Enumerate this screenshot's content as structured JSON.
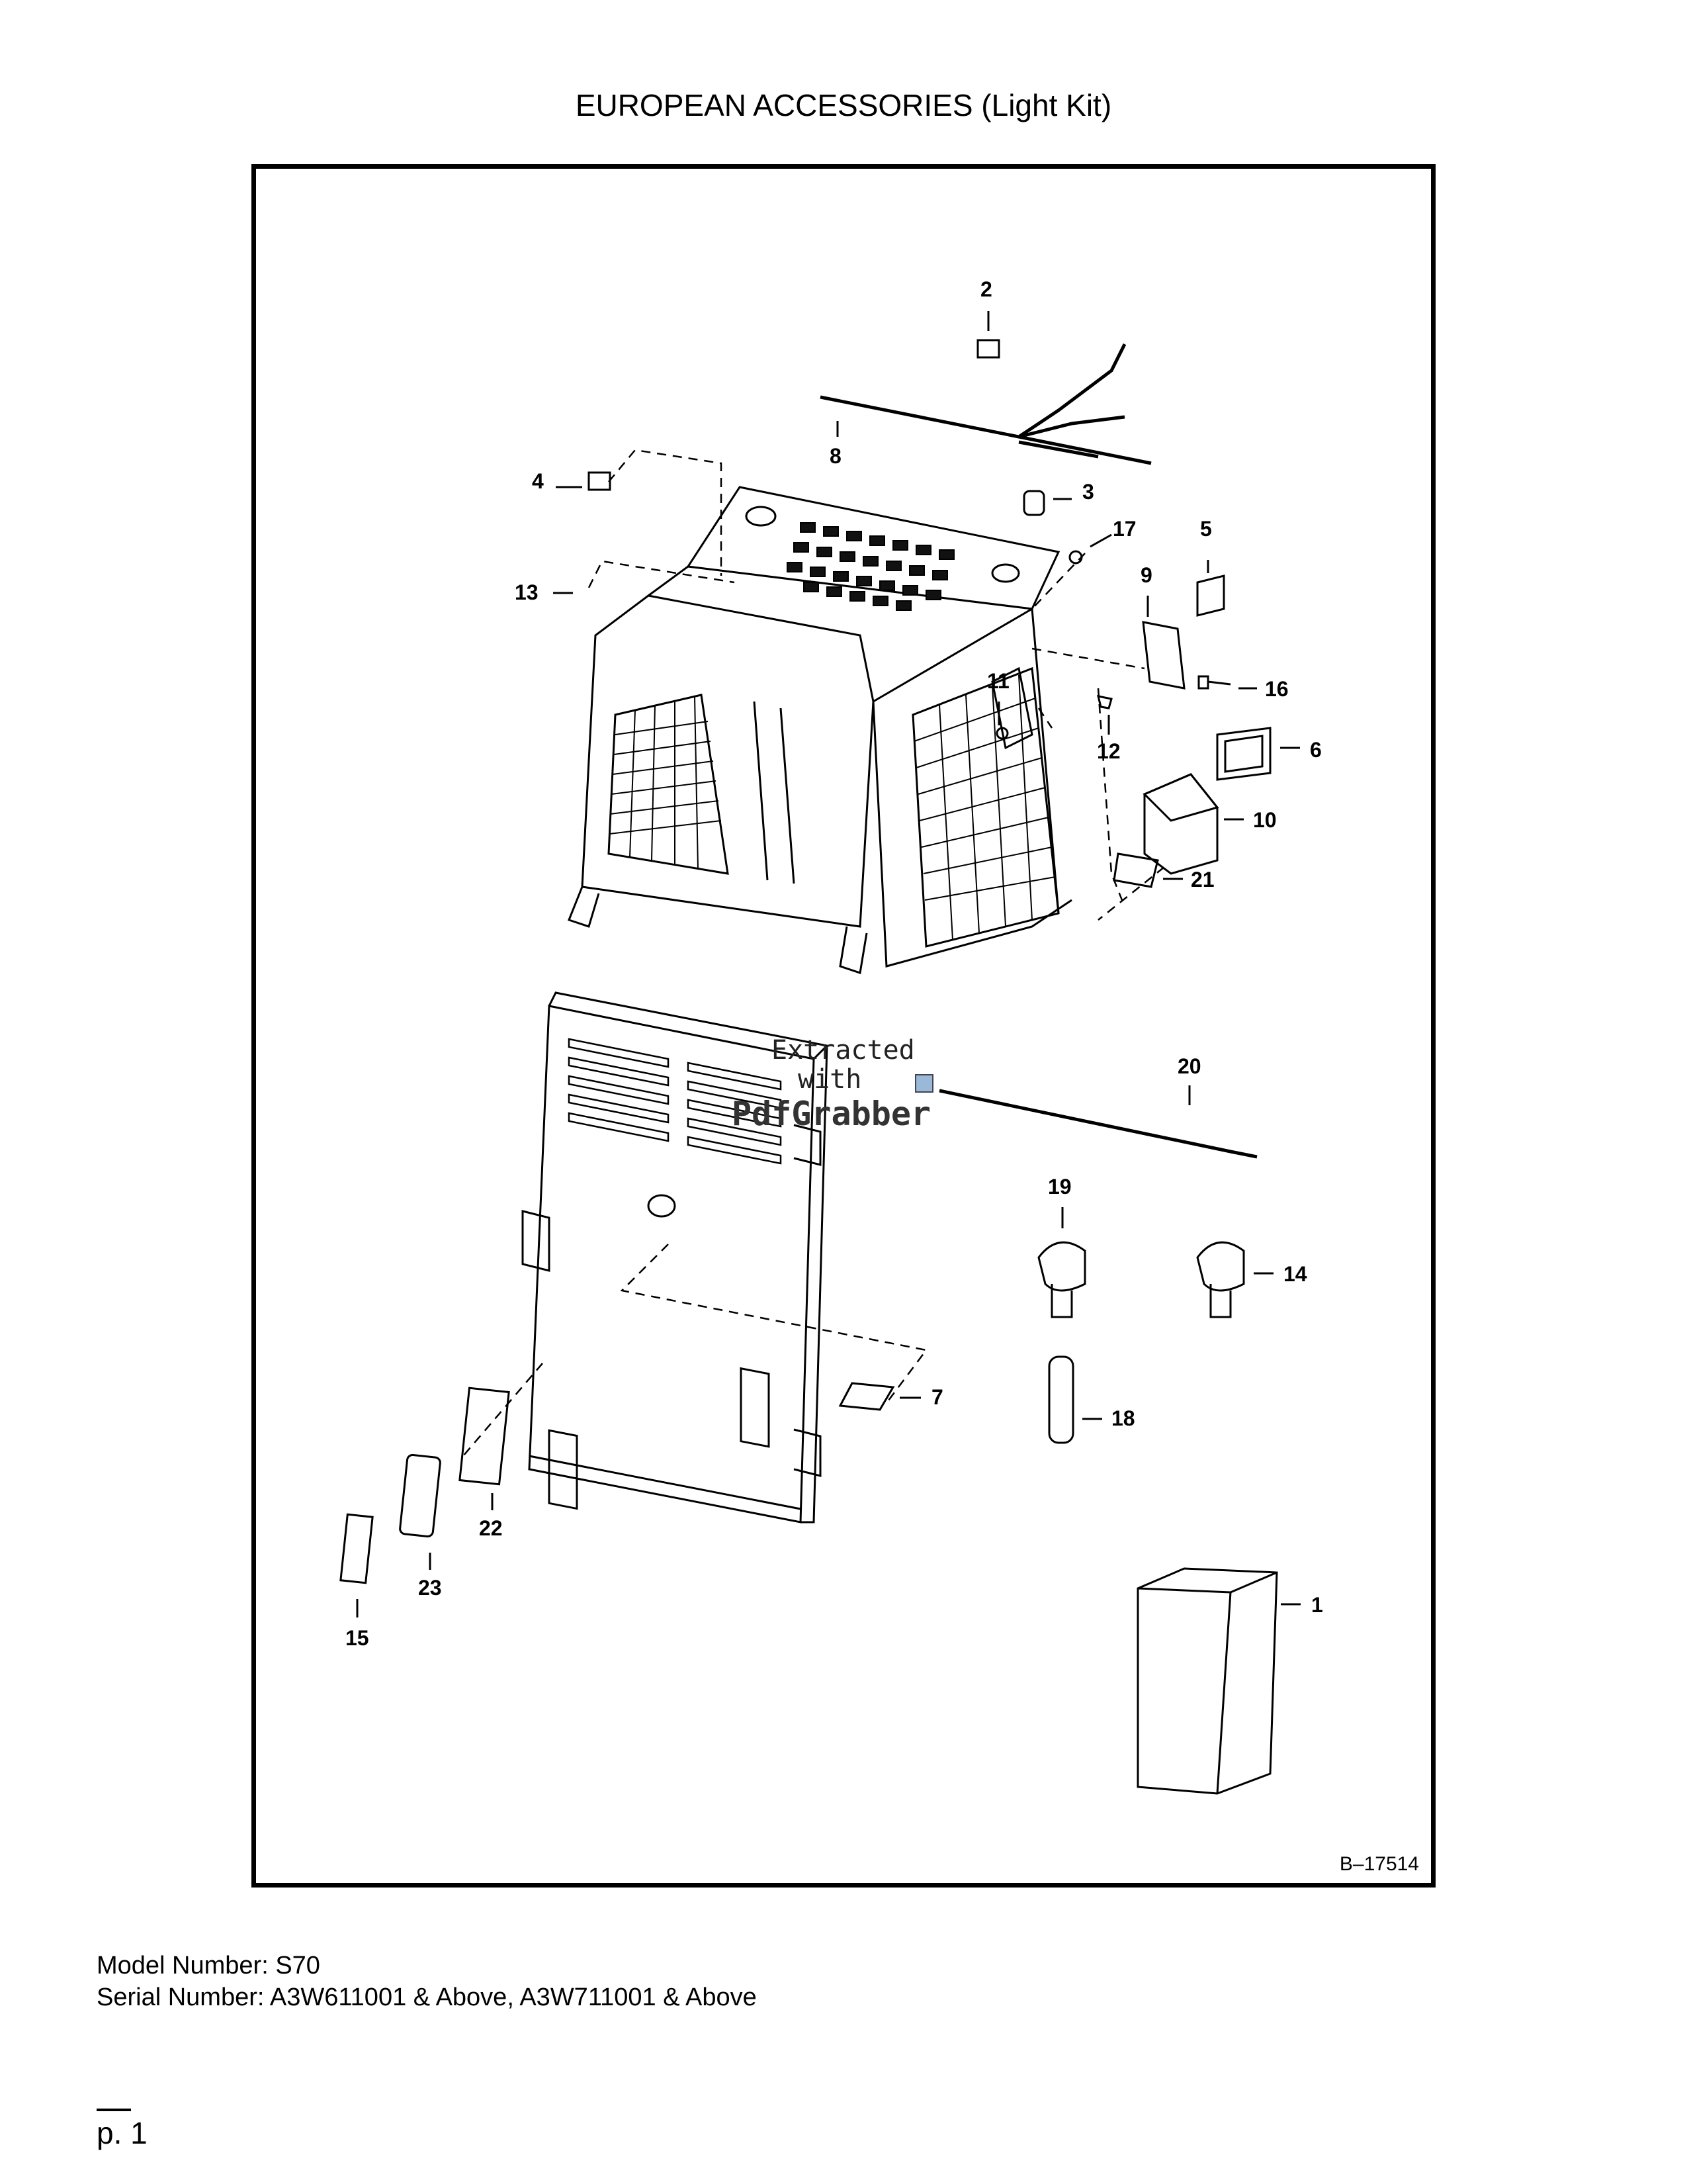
{
  "title": "EUROPEAN ACCESSORIES (Light Kit)",
  "diagram_code": "B–17514",
  "watermark": {
    "line1": "Extracted",
    "line2": "with",
    "line3": "PdfGrabber"
  },
  "callouts": [
    "1",
    "2",
    "3",
    "4",
    "5",
    "6",
    "7",
    "8",
    "9",
    "10",
    "11",
    "12",
    "13",
    "14",
    "15",
    "16",
    "17",
    "18",
    "19",
    "20",
    "21",
    "22",
    "23"
  ],
  "footer": {
    "model": "Model Number: S70",
    "serial": "Serial Number: A3W611001 & Above, A3W711001 & Above"
  },
  "page": "p. 1"
}
